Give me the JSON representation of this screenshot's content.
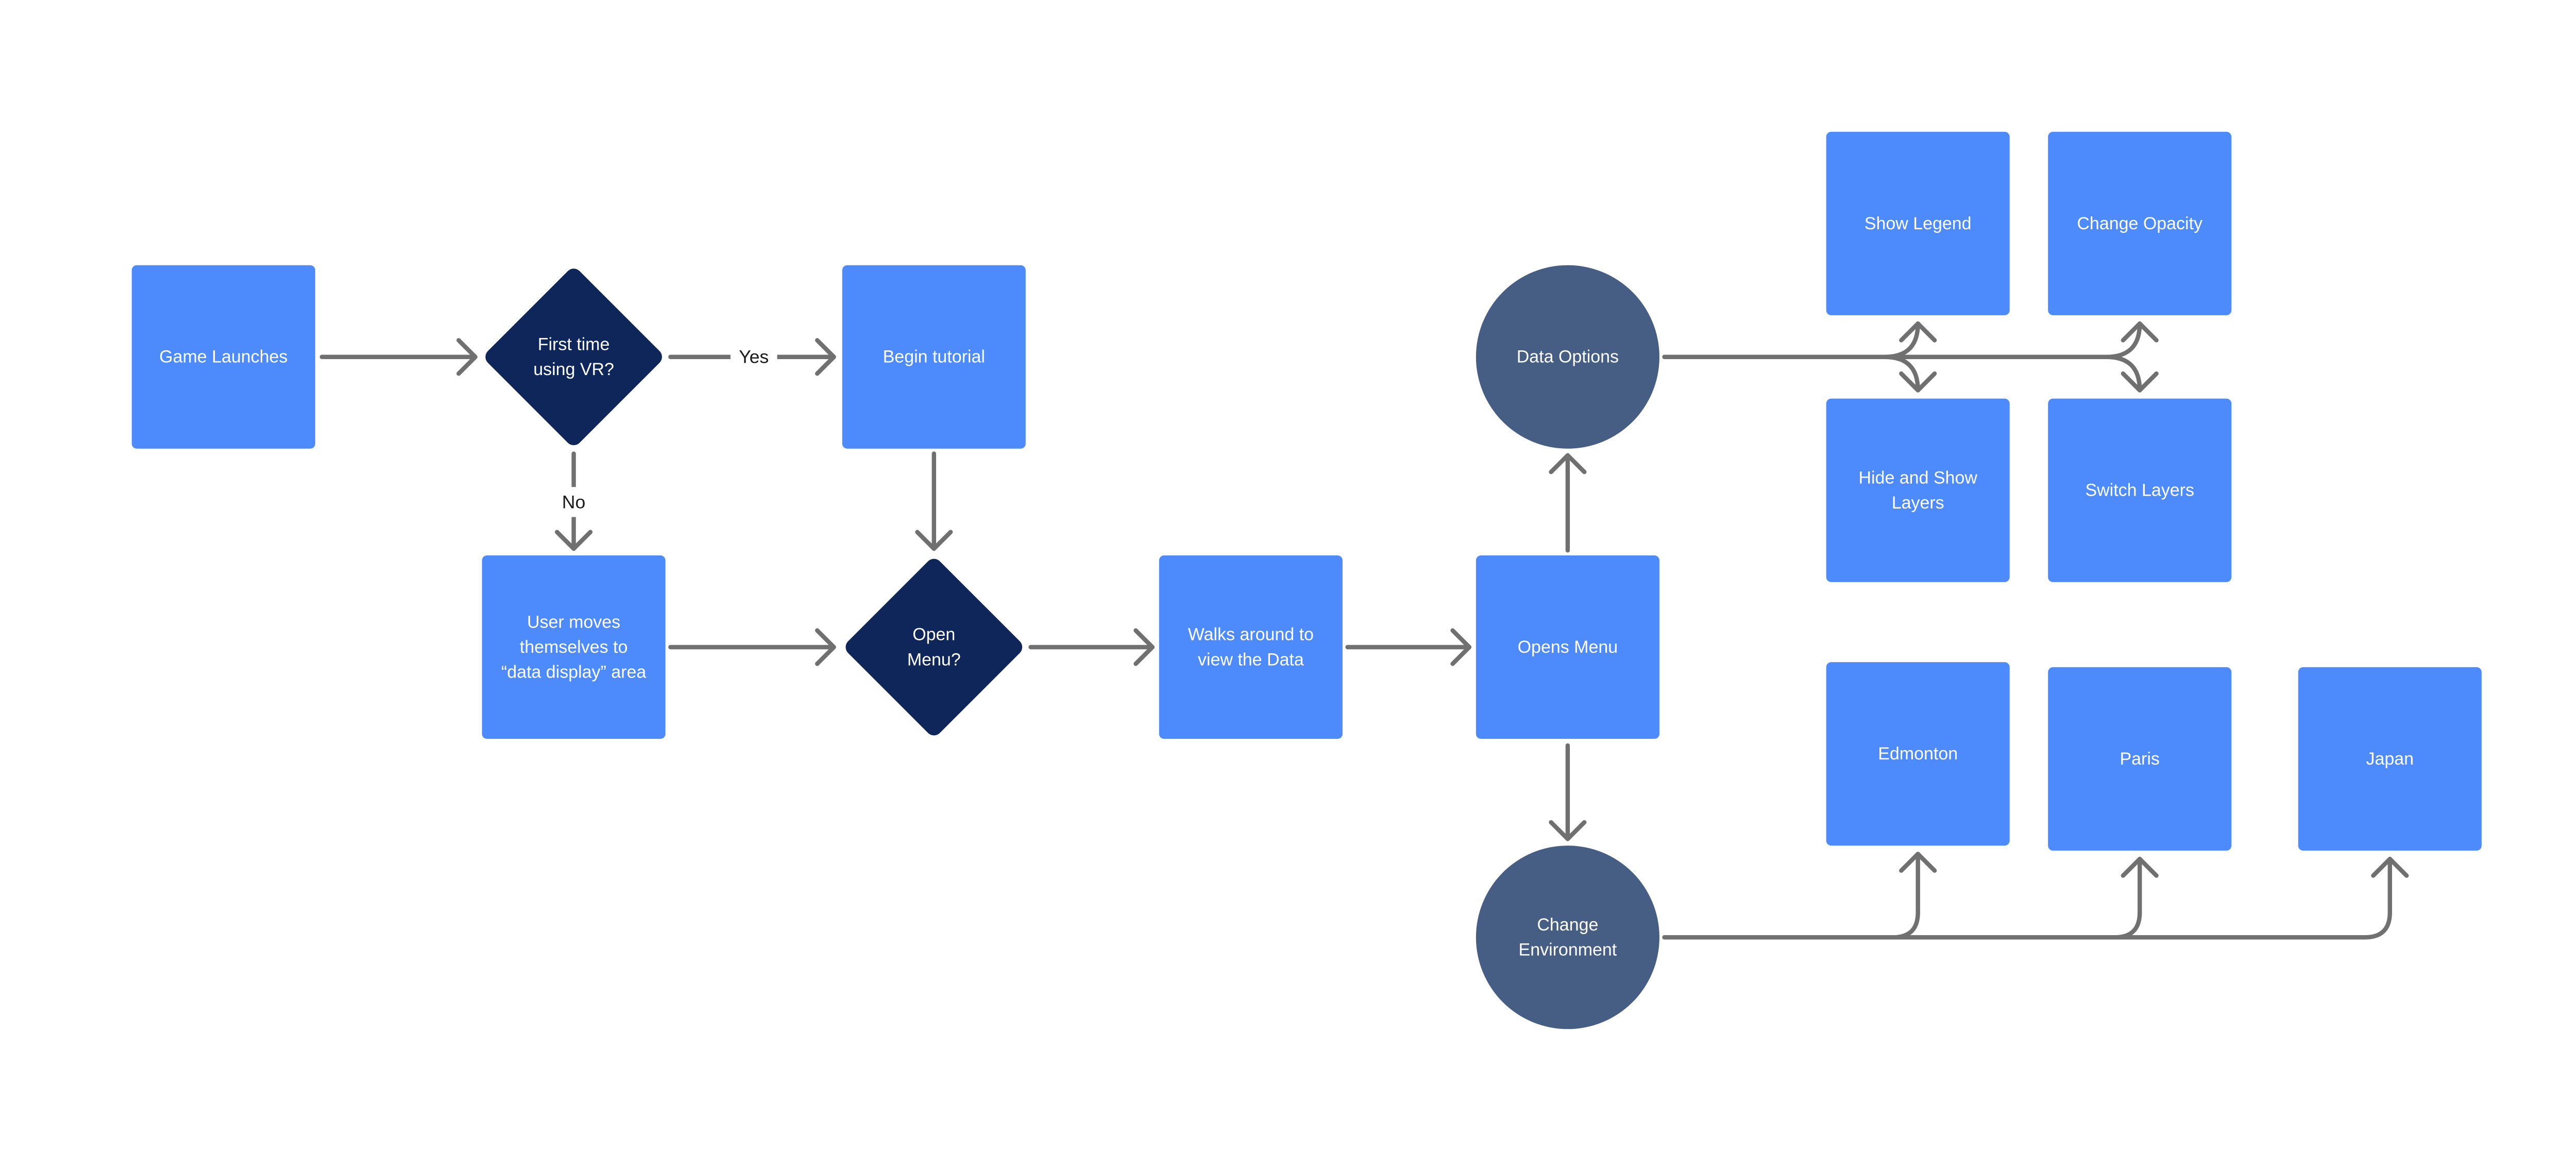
{
  "diagram": {
    "colors": {
      "box": "#4d8afc",
      "diamond": "#0e2659",
      "circle": "#465d84",
      "edge": "#707070",
      "node_text": "#ffffff",
      "edge_label_text": "#1a1a1a"
    },
    "nodes": {
      "game_launches": {
        "shape": "rect",
        "lines": [
          "Game Launches"
        ]
      },
      "first_time_vr": {
        "shape": "diamond",
        "lines": [
          "First time",
          "using VR?"
        ]
      },
      "begin_tutorial": {
        "shape": "rect",
        "lines": [
          "Begin tutorial"
        ]
      },
      "user_moves": {
        "shape": "rect",
        "lines": [
          "User moves",
          "themselves to",
          "“data display” area"
        ]
      },
      "open_menu_q": {
        "shape": "diamond",
        "lines": [
          "Open",
          "Menu?"
        ]
      },
      "walks_around": {
        "shape": "rect",
        "lines": [
          "Walks around to",
          "view the Data"
        ]
      },
      "opens_menu": {
        "shape": "rect",
        "lines": [
          "Opens Menu"
        ]
      },
      "data_options": {
        "shape": "circle",
        "lines": [
          "Data Options"
        ]
      },
      "change_environment": {
        "shape": "circle",
        "lines": [
          "Change",
          "Environment"
        ]
      },
      "show_legend": {
        "shape": "rect",
        "lines": [
          "Show Legend"
        ]
      },
      "change_opacity": {
        "shape": "rect",
        "lines": [
          "Change Opacity"
        ]
      },
      "hide_show_layers": {
        "shape": "rect",
        "lines": [
          "Hide and Show",
          "Layers"
        ]
      },
      "switch_layers": {
        "shape": "rect",
        "lines": [
          "Switch Layers"
        ]
      },
      "edmonton": {
        "shape": "rect",
        "lines": [
          "Edmonton"
        ]
      },
      "paris": {
        "shape": "rect",
        "lines": [
          "Paris"
        ]
      },
      "japan": {
        "shape": "rect",
        "lines": [
          "Japan"
        ]
      }
    },
    "edges": [
      {
        "from": "game_launches",
        "to": "first_time_vr",
        "label": ""
      },
      {
        "from": "first_time_vr",
        "to": "begin_tutorial",
        "label": "Yes"
      },
      {
        "from": "first_time_vr",
        "to": "user_moves",
        "label": "No"
      },
      {
        "from": "begin_tutorial",
        "to": "open_menu_q",
        "label": ""
      },
      {
        "from": "user_moves",
        "to": "open_menu_q",
        "label": ""
      },
      {
        "from": "open_menu_q",
        "to": "walks_around",
        "label": ""
      },
      {
        "from": "walks_around",
        "to": "opens_menu",
        "label": ""
      },
      {
        "from": "opens_menu",
        "to": "data_options",
        "label": ""
      },
      {
        "from": "opens_menu",
        "to": "change_environment",
        "label": ""
      },
      {
        "from": "data_options",
        "to": "show_legend",
        "label": ""
      },
      {
        "from": "data_options",
        "to": "hide_show_layers",
        "label": ""
      },
      {
        "from": "data_options",
        "to": "change_opacity",
        "label": ""
      },
      {
        "from": "data_options",
        "to": "switch_layers",
        "label": ""
      },
      {
        "from": "change_environment",
        "to": "edmonton",
        "label": ""
      },
      {
        "from": "change_environment",
        "to": "paris",
        "label": ""
      },
      {
        "from": "change_environment",
        "to": "japan",
        "label": ""
      }
    ]
  }
}
